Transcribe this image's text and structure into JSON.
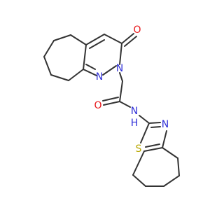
{
  "molecule": {
    "atoms": [
      {
        "id": "O1",
        "symbol": "O",
        "color": "#e8181b"
      },
      {
        "id": "N1",
        "symbol": "N",
        "color": "#3131d8"
      },
      {
        "id": "N2",
        "symbol": "N",
        "color": "#3131d8"
      },
      {
        "id": "O2",
        "symbol": "O",
        "color": "#e8181b"
      },
      {
        "id": "NH",
        "symbol": "H",
        "color": "#3131d8"
      },
      {
        "id": "N3",
        "symbol": "N",
        "color": "#3131d8"
      },
      {
        "id": "S1",
        "symbol": "S",
        "color": "#b8a700"
      }
    ],
    "bond_color": "#333333",
    "background": "#ffffff"
  }
}
